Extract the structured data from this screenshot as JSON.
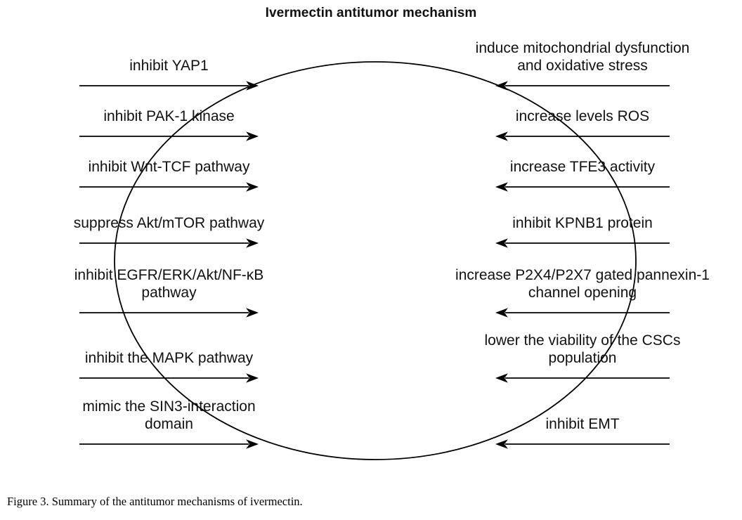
{
  "figure": {
    "title": "Ivermectin antitumor mechanism",
    "caption": "Figure 3. Summary of the antitumor mechanisms of ivermectin.",
    "stroke_color": "#000000",
    "text_color": "#111111",
    "background": "#ffffff"
  },
  "diagram": {
    "type": "central-ellipse-with-bidirectional-annotations",
    "center_shape": "ellipse",
    "left_arrow_direction": "right",
    "right_arrow_direction": "left",
    "left_items": [
      {
        "label": "inhibit YAP1"
      },
      {
        "label": "inhibit PAK-1 kinase"
      },
      {
        "label": "inhibit Wnt-TCF pathway"
      },
      {
        "label": "suppress Akt/mTOR pathway"
      },
      {
        "label": "inhibit EGFR/ERK/Akt/NF-κB\npathway"
      },
      {
        "label": "inhibit the MAPK pathway"
      },
      {
        "label": "mimic the SIN3-interaction\ndomain"
      }
    ],
    "right_items": [
      {
        "label": "induce mitochondrial dysfunction\nand oxidative stress"
      },
      {
        "label": "increase levels ROS"
      },
      {
        "label": "increase TFE3 activity"
      },
      {
        "label": "inhibit KPNB1 protein"
      },
      {
        "label": "increase P2X4/P2X7 gated pannexin-1\nchannel opening"
      },
      {
        "label": "lower the viability of the CSCs\npopulation"
      },
      {
        "label": "inhibit EMT"
      }
    ]
  }
}
